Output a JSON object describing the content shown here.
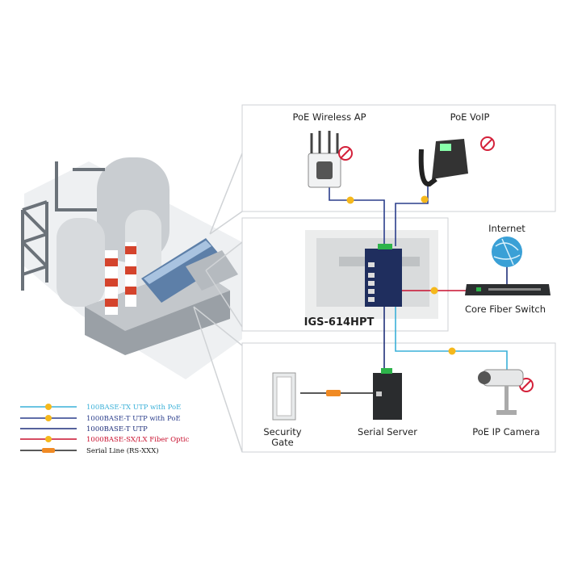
{
  "devices": {
    "wireless_ap": "PoE Wireless AP",
    "voip": "PoE VoIP",
    "internet": "Internet",
    "core_switch": "Core Fiber Switch",
    "main_switch": "IGS-614HPT",
    "security_gate_1": "Security",
    "security_gate_2": "Gate",
    "serial_server": "Serial Server",
    "ip_camera": "PoE IP Camera"
  },
  "legend": [
    {
      "label": "100BASE-TX UTP with PoE",
      "color": "#3ab0d8"
    },
    {
      "label": "1000BASE-T UTP with PoE",
      "color": "#2b3e8c"
    },
    {
      "label": "1000BASE-T UTP",
      "color": "#1f2f7a"
    },
    {
      "label": "1000BASE-SX/LX Fiber Optic",
      "color": "#c8102e"
    },
    {
      "label": "Serial Line (RS-XXX)",
      "color": "#222222"
    }
  ]
}
